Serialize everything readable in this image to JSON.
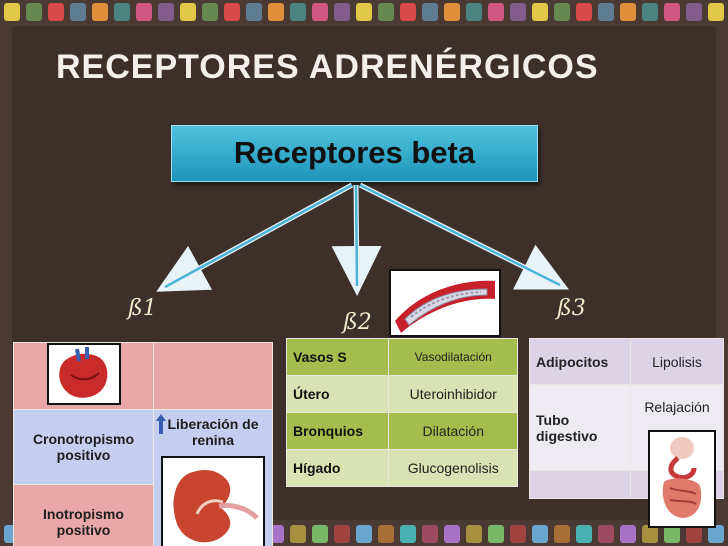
{
  "title": "RECEPTORES ADRENÉRGICOS",
  "center_box": "Receptores beta",
  "labels": {
    "b1": "ß1",
    "b2": "ß2",
    "b3": "ß3"
  },
  "b1_table": {
    "cronotropismo": "Cronotropismo positivo",
    "inotropismo": "Inotropismo positivo",
    "renina": "Liberación de renina"
  },
  "b2_table": [
    {
      "organ": "Vasos S",
      "effect": "Vasodilatación"
    },
    {
      "organ": "Útero",
      "effect": "Uteroinhibidor"
    },
    {
      "organ": "Bronquios",
      "effect": "Dilatación"
    },
    {
      "organ": "Hígado",
      "effect": "Glucogenolisis"
    }
  ],
  "b3_table": [
    {
      "organ": "Adipocitos",
      "effect": "Lipolisis"
    },
    {
      "organ": "Tubo digestivo",
      "effect": "Relajación"
    }
  ],
  "colors": {
    "background": "#3d302b",
    "title": "#f2efec",
    "box": "#2aa6c9",
    "b2_green": "#a4bd4c",
    "b1_pink": "#e8a8a8",
    "b1_blue": "#c4cff0",
    "b3_lilac": "#dcd4e6"
  }
}
